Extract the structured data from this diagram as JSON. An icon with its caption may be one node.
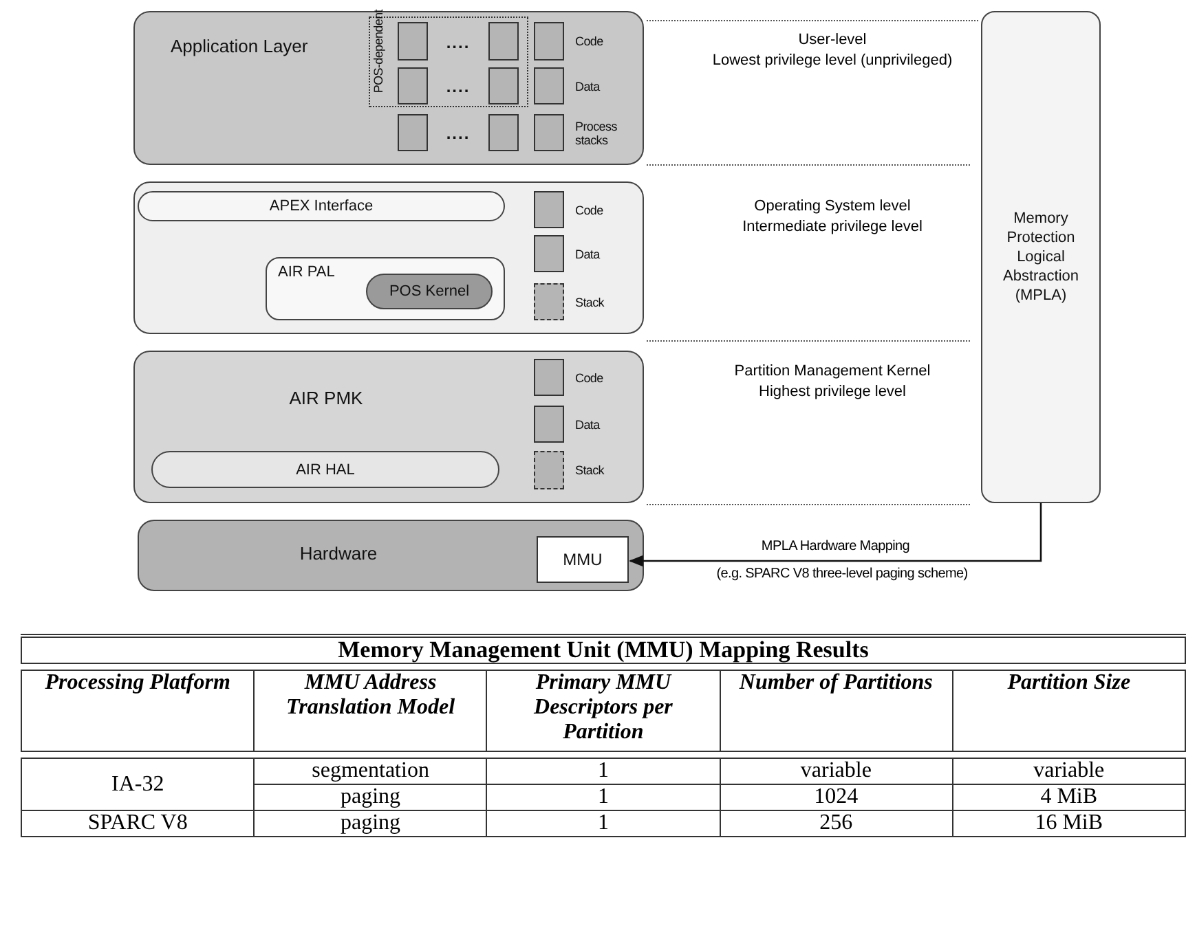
{
  "diagram": {
    "nodes": [
      {
        "text": [
          "Application Layer"
        ]
      },
      {
        "text": [
          "POS-dependent"
        ],
        "in": 0
      },
      {
        "text": [],
        "shape": "box",
        "in": 1
      },
      {
        "text": [],
        "shape": "box",
        "in": 1
      },
      {
        "text": [],
        "shape": "box",
        "in": 1
      },
      {
        "text": [],
        "shape": "box",
        "in": 1
      },
      {
        "text": [],
        "shape": "box",
        "in": 0
      },
      {
        "text": [],
        "shape": "box",
        "in": 0
      },
      {
        "text": [],
        "shape": "box",
        "in": 0,
        "beside": [
          "Code"
        ]
      },
      {
        "text": [],
        "shape": "box",
        "in": 0,
        "beside": [
          "Data"
        ]
      },
      {
        "text": [],
        "shape": "box",
        "in": 0,
        "beside": [
          "Process stacks"
        ]
      },
      {
        "text": [],
        "shape": "box"
      },
      {
        "text": [
          "APEX Interface"
        ],
        "in": 11
      },
      {
        "text": [
          "AIR PAL"
        ],
        "in": 11
      },
      {
        "text": [
          "POS Kernel"
        ],
        "in": 13
      },
      {
        "text": [],
        "shape": "box",
        "in": 11,
        "beside": [
          "Code"
        ]
      },
      {
        "text": [],
        "shape": "box",
        "in": 11,
        "beside": [
          "Data"
        ]
      },
      {
        "text": [],
        "shape": "box",
        "in": 11,
        "beside": [
          "Stack"
        ]
      },
      {
        "text": [
          "AIR PMK"
        ]
      },
      {
        "text": [
          "AIR HAL"
        ],
        "in": 18
      },
      {
        "text": [],
        "shape": "box",
        "in": 18,
        "beside": [
          "Code"
        ]
      },
      {
        "text": [],
        "shape": "box",
        "in": 18,
        "beside": [
          "Data"
        ]
      },
      {
        "text": [],
        "shape": "box",
        "in": 18,
        "beside": [
          "Stack"
        ]
      },
      {
        "text": [
          "Hardware"
        ]
      },
      {
        "text": [
          "MMU"
        ],
        "in": 23
      },
      {
        "text": [
          "Memory Protection Logical Abstraction (MPLA)"
        ]
      }
    ],
    "edges": [
      {
        "from": 25,
        "to": 24,
        "arrow": "to",
        "label": "MPLA Hardware Mapping"
      }
    ],
    "labels": [
      "....",
      "....",
      "....",
      "User-level",
      "Lowest privilege level (unprivileged)",
      "Operating System level",
      "Intermediate privilege level",
      "Partition Management Kernel",
      "Highest privilege level",
      "(e.g. SPARC V8 three-level paging scheme)",
      "Memory Management Unit (MMU) Mapping Results",
      "Processing Platform",
      "MMU Address Translation Model",
      "Primary MMU Descriptors per Partition",
      "Number of Partitions",
      "Partition Size",
      "IA-32",
      "segmentation",
      "1",
      "variable",
      "variable",
      "paging",
      "1",
      "1024",
      "4 MiB",
      "SPARC V8",
      "paging",
      "1",
      "256",
      "16 MiB"
    ]
  }
}
